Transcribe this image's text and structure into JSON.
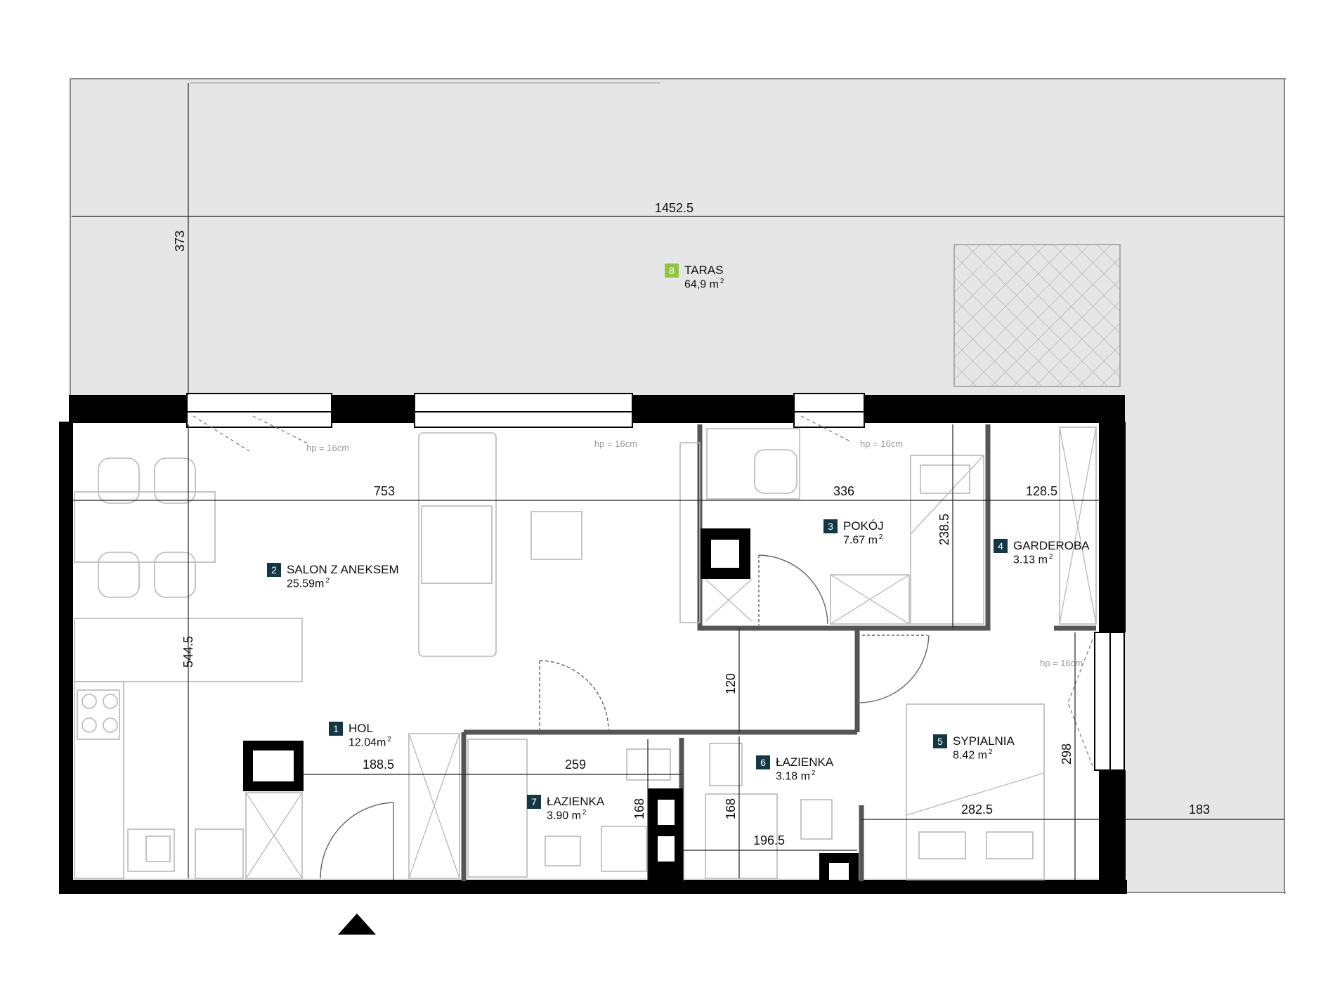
{
  "colors": {
    "wall": "#000000",
    "terrace_fill": "#e6e6e6",
    "room_badge": "#123845",
    "terrace_badge": "#8ec63f",
    "furniture_stroke": "#b8b8b8",
    "dimension_line": "#222222"
  },
  "rooms": [
    {
      "number": "1",
      "name": "HOL",
      "area": "12.04m",
      "sup": "2"
    },
    {
      "number": "2",
      "name": "SALON Z ANEKSEM",
      "area": "25.59m",
      "sup": "2"
    },
    {
      "number": "3",
      "name": "POKÓJ",
      "area": "7.67 m",
      "sup": "2"
    },
    {
      "number": "4",
      "name": "GARDEROBA",
      "area": "3.13 m",
      "sup": "2"
    },
    {
      "number": "5",
      "name": "SYPIALNIA",
      "area": "8.42 m",
      "sup": "2"
    },
    {
      "number": "6",
      "name": "ŁAZIENKA",
      "area": "3.18 m",
      "sup": "2"
    },
    {
      "number": "7",
      "name": "ŁAZIENKA",
      "area": "3.90 m",
      "sup": "2"
    },
    {
      "number": "8",
      "name": "TARAS",
      "area": "64,9 m",
      "sup": "2"
    }
  ],
  "dimensions": {
    "terrace_width": "1452.5",
    "terrace_depth": "373",
    "salon_width": "753",
    "pokoj_width": "336",
    "garderoba_width": "128.5",
    "pokoj_depth": "238.5",
    "salon_depth": "544.5",
    "corridor": "120",
    "hol_width": "188.5",
    "lazienka7_width": "259",
    "lazienka7_depth": "168",
    "lazienka6_depth": "168",
    "lazienka6_width": "196.5",
    "sypialnia_width": "282.5",
    "sypialnia_depth": "298",
    "terrace_side": "183"
  },
  "sill_labels": [
    "hp = 16cm",
    "hp = 16cm",
    "hp = 16cm",
    "hp = 16cm"
  ]
}
